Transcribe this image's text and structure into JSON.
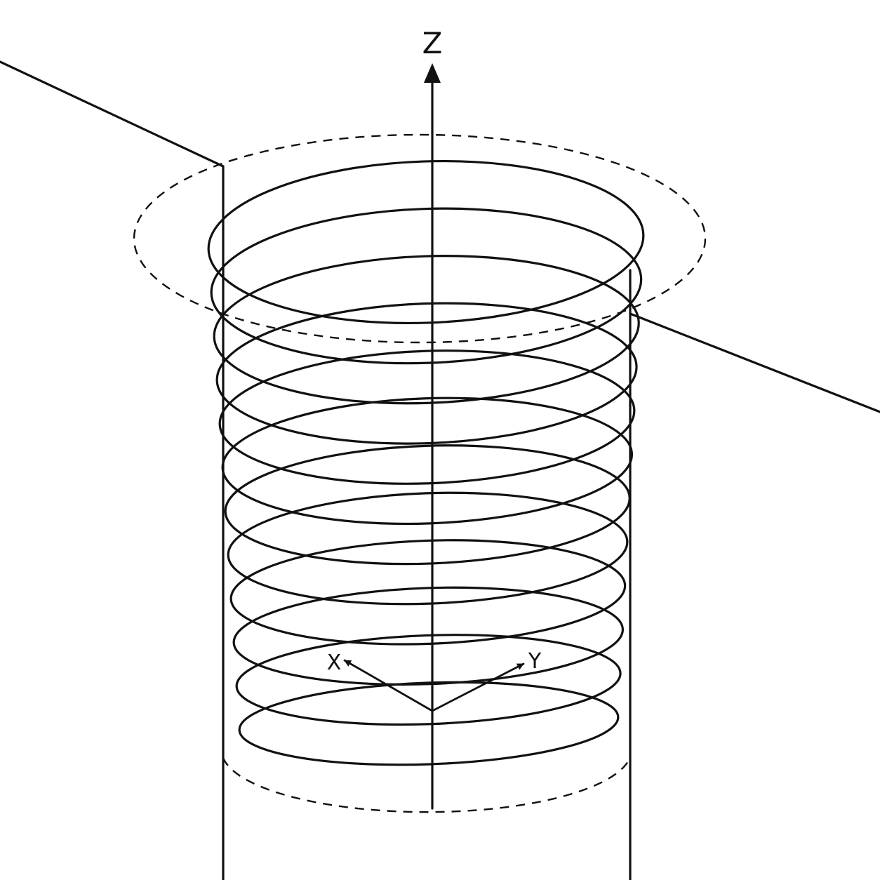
{
  "axes": {
    "z_label": "Z",
    "x_label": "X",
    "y_label": "Y"
  },
  "diagram": {
    "coil_turns": 12,
    "line_color": "#111111",
    "background": "#ffffff"
  }
}
